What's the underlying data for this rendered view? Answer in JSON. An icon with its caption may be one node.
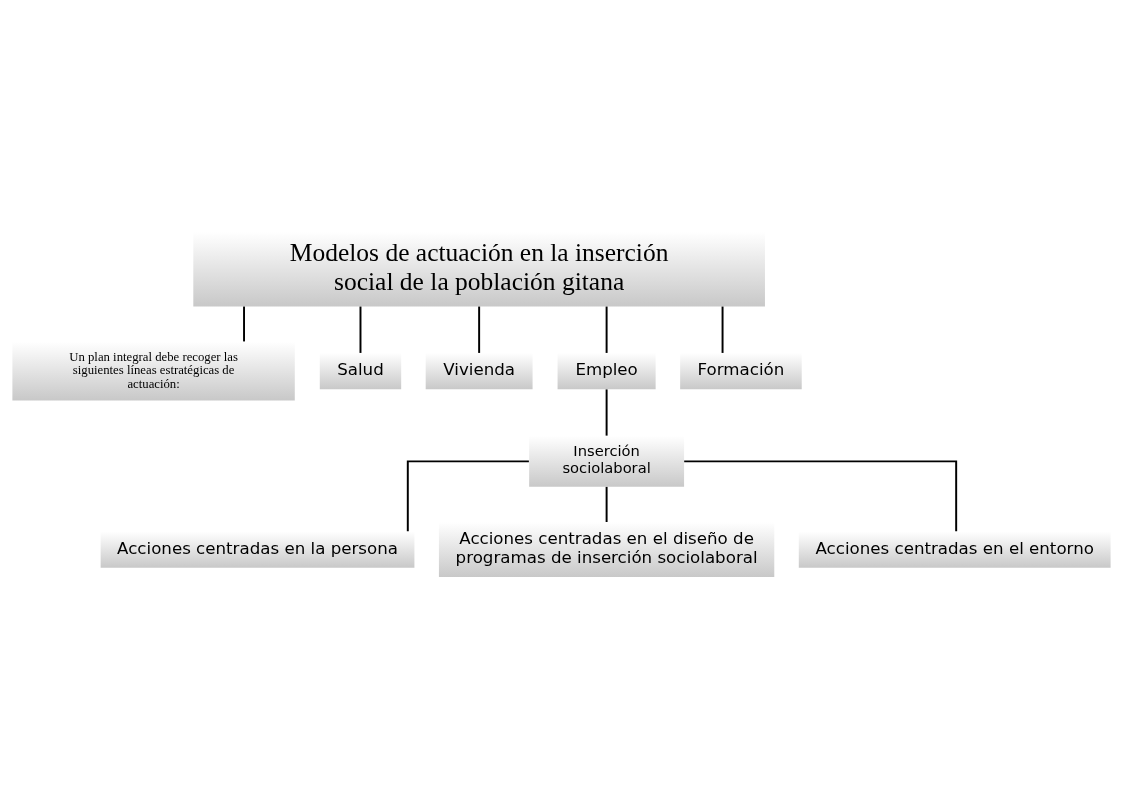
{
  "diagram": {
    "nodes": [
      {
        "text": [
          "Modelos de actuación en la inserción social de la población gitana"
        ]
      },
      {
        "text": [
          "Un plan integral debe recoger las siguientes líneas estratégicas de actuación:"
        ]
      },
      {
        "text": [
          "Salud"
        ]
      },
      {
        "text": [
          "Vivienda"
        ]
      },
      {
        "text": [
          "Empleo"
        ]
      },
      {
        "text": [
          "Formación"
        ]
      },
      {
        "text": [
          "Inserción sociolaboral"
        ]
      },
      {
        "text": [
          "Acciones centradas en la persona"
        ]
      },
      {
        "text": [
          "Acciones centradas en el diseño de programas de inserción sociolaboral"
        ]
      },
      {
        "text": [
          "Acciones centradas en el entorno"
        ]
      }
    ],
    "edges": [
      {
        "from": 0,
        "to": 1,
        "arrow": "none"
      },
      {
        "from": 0,
        "to": 2,
        "arrow": "none"
      },
      {
        "from": 0,
        "to": 3,
        "arrow": "none"
      },
      {
        "from": 0,
        "to": 4,
        "arrow": "none"
      },
      {
        "from": 0,
        "to": 5,
        "arrow": "none"
      },
      {
        "from": 4,
        "to": 6,
        "arrow": "none"
      },
      {
        "from": 6,
        "to": 7,
        "arrow": "none"
      },
      {
        "from": 6,
        "to": 8,
        "arrow": "none"
      },
      {
        "from": 6,
        "to": 9,
        "arrow": "none"
      }
    ]
  }
}
